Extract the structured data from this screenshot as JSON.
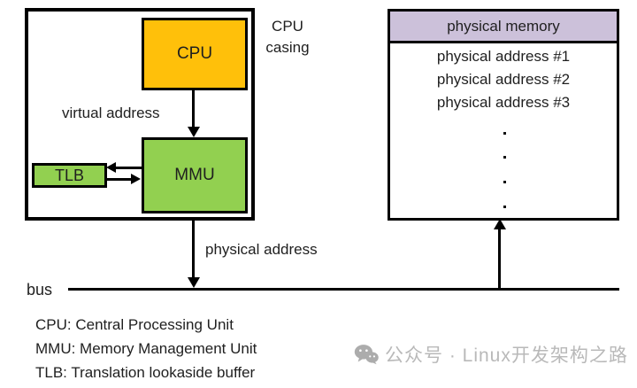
{
  "diagram": {
    "cpu_casing_label": "CPU\ncasing",
    "cpu_label": "CPU",
    "mmu_label": "MMU",
    "tlb_label": "TLB",
    "virtual_address_label": "virtual address",
    "physical_address_label": "physical address",
    "bus_label": "bus",
    "colors": {
      "cpu_fill": "#FFC00A",
      "mmu_fill": "#92D050",
      "tlb_fill": "#92D050",
      "memory_header_fill": "#CCC1DA",
      "line": "#000000",
      "watermark": "#B9B9B9"
    }
  },
  "memory": {
    "title": "physical memory",
    "rows": [
      "physical address #1",
      "physical address #2",
      "physical address #3"
    ],
    "ellipsis_dot_count": 4
  },
  "legend": {
    "lines": [
      "CPU: Central Processing Unit",
      "MMU: Memory Management Unit",
      "TLB: Translation lookaside buffer"
    ]
  },
  "watermark": {
    "icon": "wechat-icon",
    "text": "公众号 · Linux开发架构之路"
  }
}
